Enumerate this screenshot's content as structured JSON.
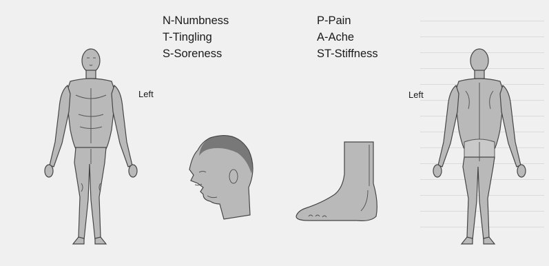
{
  "legend": {
    "left_column": [
      "N-Numbness",
      "T-Tingling",
      "S-Soreness"
    ],
    "right_column": [
      "P-Pain",
      "A-Ache",
      "ST-Stiffness"
    ]
  },
  "labels": {
    "front_side": "Left",
    "back_side": "Left"
  },
  "figures": {
    "front": "body-front-figure",
    "head": "head-profile-figure",
    "foot": "foot-side-figure",
    "back": "body-back-figure"
  }
}
